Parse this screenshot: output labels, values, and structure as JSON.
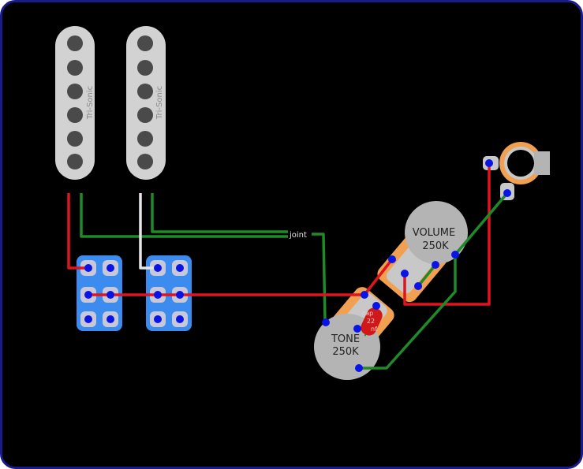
{
  "pickups": [
    {
      "label": "Tri-Sonic"
    },
    {
      "label": "Tri-Sonic"
    }
  ],
  "joint_label": "joint",
  "volume_pot": {
    "name": "VOLUME",
    "value": "250K"
  },
  "tone_pot": {
    "name": "TONE",
    "value": "250K"
  },
  "capacitor": {
    "line1": "cap",
    "line2": "22",
    "line3": "nf"
  },
  "colors": {
    "background": "#000000",
    "frame": "#1a1a8c",
    "hot_wire": "#e0141e",
    "ground_wire": "#1e8a28",
    "white_wire": "#e6e6e6",
    "switch": "#3c8cf0",
    "lug": "#0a14e6",
    "pot": "#b4b4b4",
    "pot_body": "#f0a050",
    "cap": "#d01818"
  }
}
